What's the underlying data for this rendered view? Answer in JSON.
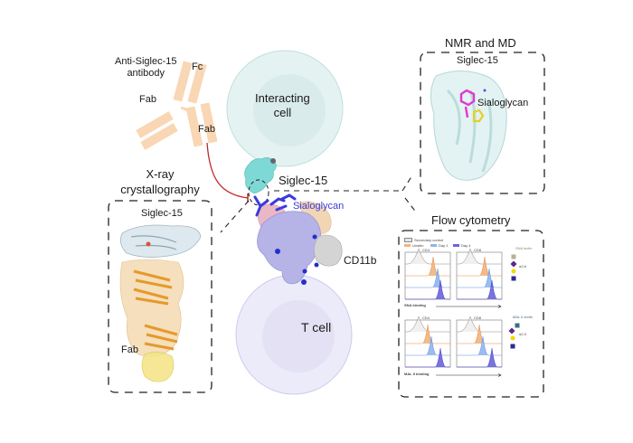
{
  "antibody": {
    "title_line1": "Anti-Siglec-15",
    "title_line2": "antibody",
    "fc_label": "Fc",
    "fab_left_label": "Fab",
    "fab_right_label": "Fab",
    "color": "#f9d6b4"
  },
  "cells": {
    "interacting_line1": "Interacting",
    "interacting_line2": "cell",
    "t_cell": "T cell",
    "interacting_color": "#dff0ee",
    "t_cell_color": "#e6e4f6"
  },
  "complex": {
    "siglec_label": "Siglec-15",
    "sialoglycan_label": "Sialoglycan",
    "cd11b_label": "CD11b",
    "sialoglycan_color": "#3a3ae0",
    "inhibition_color": "#c0272d"
  },
  "xray": {
    "title_line1": "X-ray",
    "title_line2": "crystallography",
    "siglec_label": "Siglec-15",
    "fab_label": "Fab"
  },
  "nmr": {
    "title": "NMR and MD",
    "siglec_label": "Siglec-15",
    "sialoglycan_label": "Sialoglycan"
  },
  "flow": {
    "title": "Flow cytometry",
    "legend": [
      {
        "label": "Secondary control",
        "color": "#e6e6e6"
      },
      {
        "label": "Unstim",
        "color": "#f2b37d"
      },
      {
        "label": "Day 1",
        "color": "#8fb5ee"
      },
      {
        "label": "Day 4",
        "color": "#6a63dd"
      }
    ],
    "panels": [
      {
        "name": "CD4",
        "group": "sna"
      },
      {
        "name": "CD8",
        "group": "sna"
      },
      {
        "name": "CD4",
        "group": "mal"
      },
      {
        "name": "CD8",
        "group": "mal"
      }
    ],
    "sna_axis": "SNA binding",
    "mal_axis": "MAL II binding",
    "sna_lectin": "SNA lectin",
    "mal_lectin": "MAL II lectin",
    "sna_linkage": "α2,6",
    "mal_linkage": "α2,3"
  }
}
